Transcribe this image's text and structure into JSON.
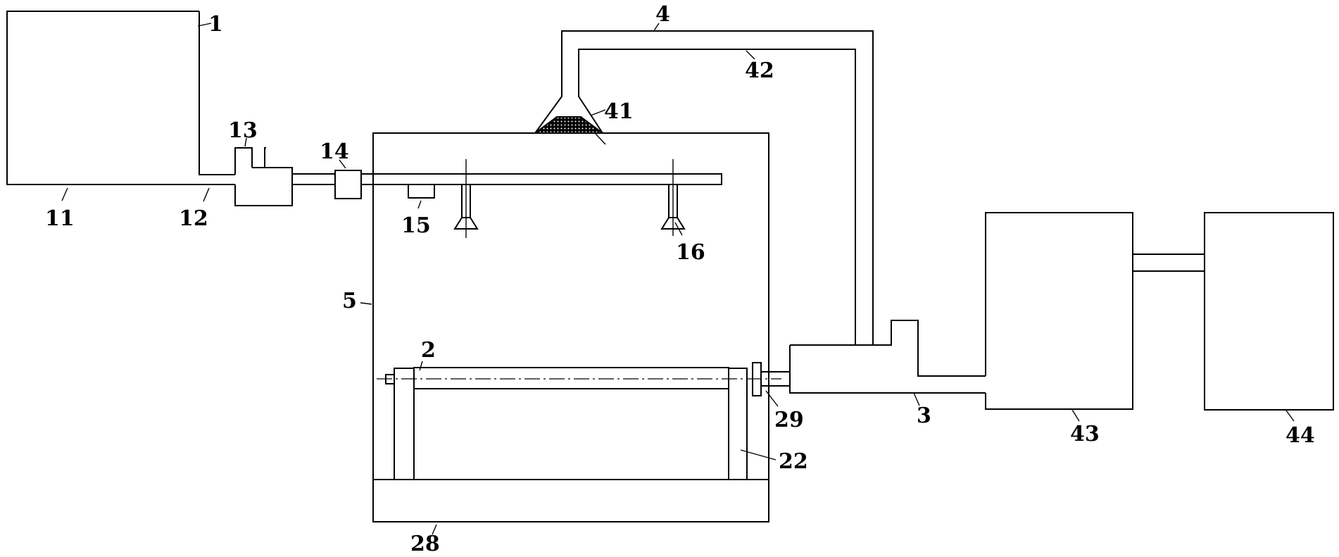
{
  "labels": {
    "l1": "1",
    "l11": "11",
    "l12": "12",
    "l13": "13",
    "l14": "14",
    "l15": "15",
    "l16": "16",
    "l2": "2",
    "l22": "22",
    "l28": "28",
    "l29": "29",
    "l3": "3",
    "l4": "4",
    "l41": "41",
    "l42": "42",
    "l43": "43",
    "l44": "44",
    "l5": "5"
  }
}
